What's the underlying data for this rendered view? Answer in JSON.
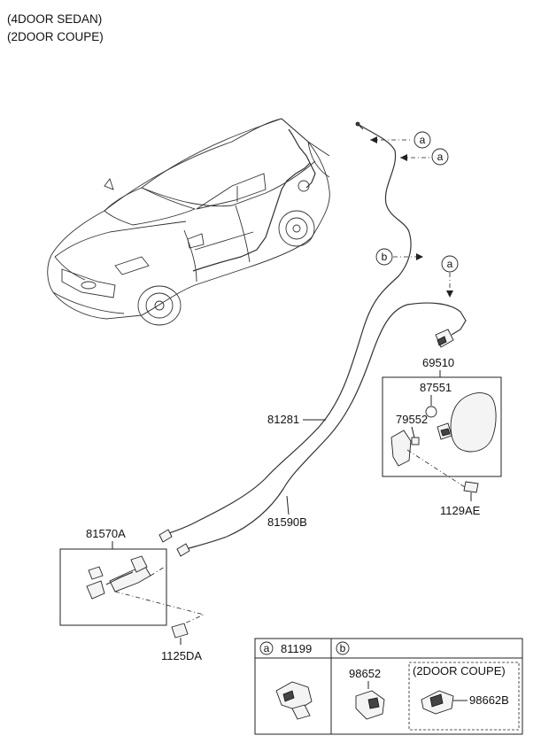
{
  "header": {
    "line1": "(4DOOR SEDAN)",
    "line2": "(2DOOR COUPE)"
  },
  "callouts": {
    "a": "a",
    "b": "b"
  },
  "parts": {
    "p69510": "69510",
    "p87551": "87551",
    "p79552": "79552",
    "p81281": "81281",
    "p1129AE": "1129AE",
    "p81590B": "81590B",
    "p81570A": "81570A",
    "p1125DA": "1125DA"
  },
  "legend_table": {
    "col_a_letter": "a",
    "col_a_part": "81199",
    "col_b_letter": "b",
    "col_b_part": "98652",
    "coupe_label": "(2DOOR COUPE)",
    "coupe_part": "98662B"
  }
}
